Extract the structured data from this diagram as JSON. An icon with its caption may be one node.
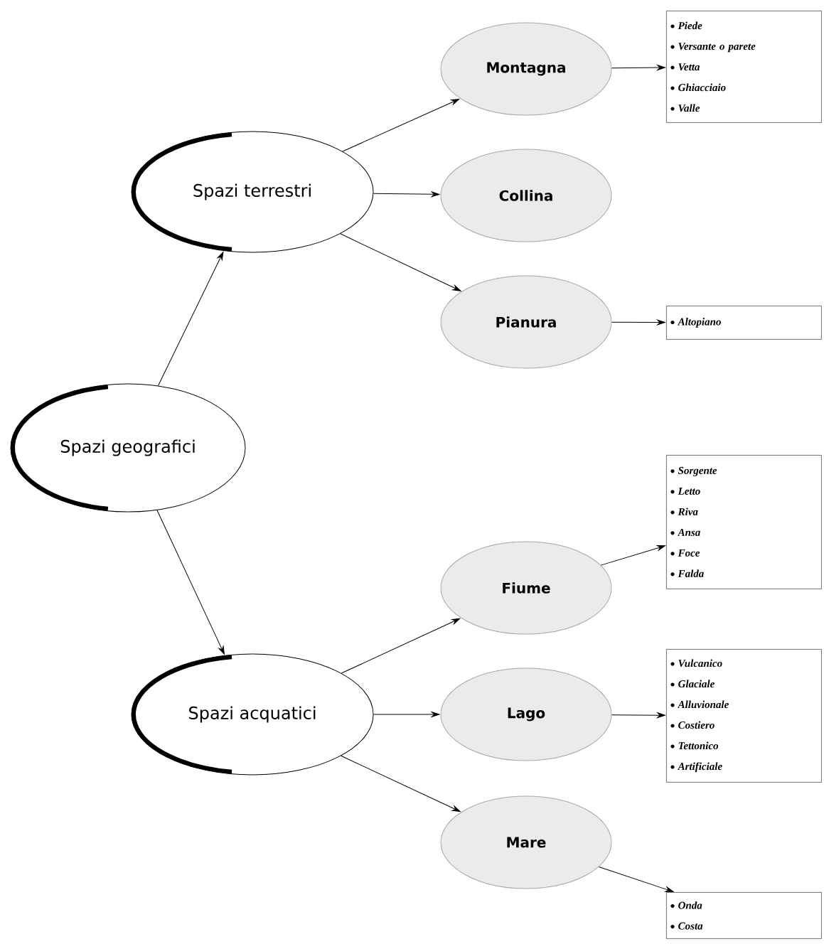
{
  "diagram": {
    "nodes": [
      {
        "text": [
          "Spazi geografici"
        ]
      },
      {
        "text": [
          "Spazi terrestri"
        ]
      },
      {
        "text": [
          "Spazi acquatici"
        ]
      },
      {
        "text": [
          "Montagna"
        ]
      },
      {
        "text": [
          "Collina"
        ]
      },
      {
        "text": [
          "Pianura"
        ]
      },
      {
        "text": [
          "Fiume"
        ]
      },
      {
        "text": [
          "Lago"
        ]
      },
      {
        "text": [
          "Mare"
        ]
      },
      {
        "text": [
          "Piede",
          "Versante o parete",
          "Vetta",
          "Ghiacciaio",
          "Valle"
        ]
      },
      {
        "text": [
          "Altopiano"
        ]
      },
      {
        "text": [
          "Sorgente",
          "Letto",
          "Riva",
          "Ansa",
          "Foce",
          "Falda"
        ]
      },
      {
        "text": [
          "Vulcanico",
          "Glaciale",
          "Alluvionale",
          "Costiero",
          "Tettonico",
          "Artificiale"
        ]
      },
      {
        "text": [
          "Onda",
          "Costa"
        ]
      }
    ],
    "edges": [
      {
        "from": 0,
        "to": 1,
        "arrow": "to"
      },
      {
        "from": 0,
        "to": 2,
        "arrow": "to"
      },
      {
        "from": 1,
        "to": 3,
        "arrow": "to"
      },
      {
        "from": 1,
        "to": 4,
        "arrow": "to"
      },
      {
        "from": 1,
        "to": 5,
        "arrow": "to"
      },
      {
        "from": 3,
        "to": 9,
        "arrow": "to"
      },
      {
        "from": 5,
        "to": 10,
        "arrow": "to"
      },
      {
        "from": 2,
        "to": 6,
        "arrow": "to"
      },
      {
        "from": 2,
        "to": 7,
        "arrow": "to"
      },
      {
        "from": 2,
        "to": 8,
        "arrow": "to"
      },
      {
        "from": 6,
        "to": 11,
        "arrow": "to"
      },
      {
        "from": 7,
        "to": 12,
        "arrow": "to"
      },
      {
        "from": 8,
        "to": 13,
        "arrow": "to"
      }
    ]
  }
}
